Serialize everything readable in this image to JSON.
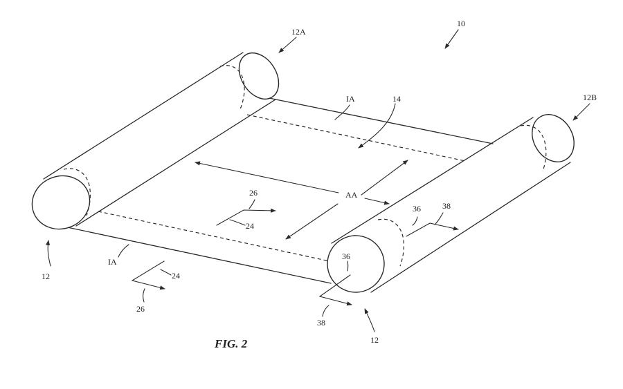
{
  "figure": {
    "caption": "FIG. 2",
    "labels": {
      "device": "10",
      "roller_top": "12A",
      "roller_right": "12B",
      "housing_left": "12",
      "housing_right": "12",
      "display": "14",
      "inactive_top": "IA",
      "inactive_bottom": "IA",
      "active_area": "AA",
      "dir_26_top": "26",
      "dir_24_top": "24",
      "dir_24_bottom": "24",
      "dir_26_bottom": "26",
      "axis_36_upper": "36",
      "axis_38_upper": "38",
      "axis_36_lower": "36",
      "axis_38_lower": "38"
    }
  }
}
